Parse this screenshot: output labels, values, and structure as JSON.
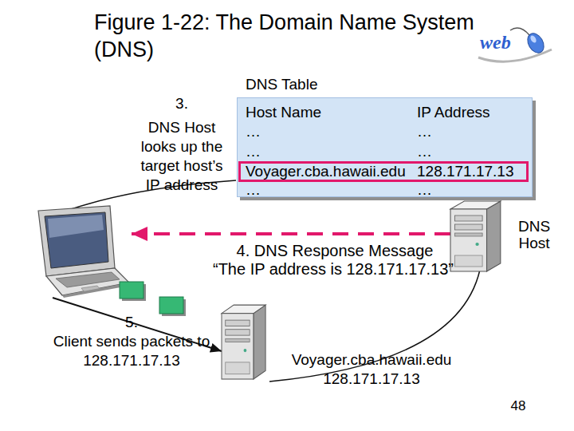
{
  "diagram": {
    "title": "Figure 1-22: The Domain Name System (DNS)",
    "nodes": [
      {
        "text": [
          "DNS Table"
        ]
      },
      {
        "text": [
          "Voyager.cba.hawaii.edu",
          "128.171.17.13"
        ],
        "in": 0
      },
      {
        "text": [
          "DNS Host"
        ]
      },
      {
        "text": []
      },
      {
        "text": [
          "Voyager.cba.hawaii.edu 128.171.17.13"
        ]
      }
    ],
    "edges": [
      {
        "from": 2,
        "to": 3,
        "arrow": "to",
        "label": "4. DNS Response Message"
      },
      {
        "from": 3,
        "to": 4,
        "arrow": "to",
        "label": "Client sends packets to 128.171.17.13"
      }
    ],
    "labels": [
      "3.",
      "DNS Host looks up the target host’s IP address",
      "Host Name",
      "IP Address",
      "…",
      "…",
      "…",
      "…",
      "…",
      "…",
      "“The IP address is 128.171.17.13”",
      "5.",
      "web",
      "48"
    ]
  }
}
